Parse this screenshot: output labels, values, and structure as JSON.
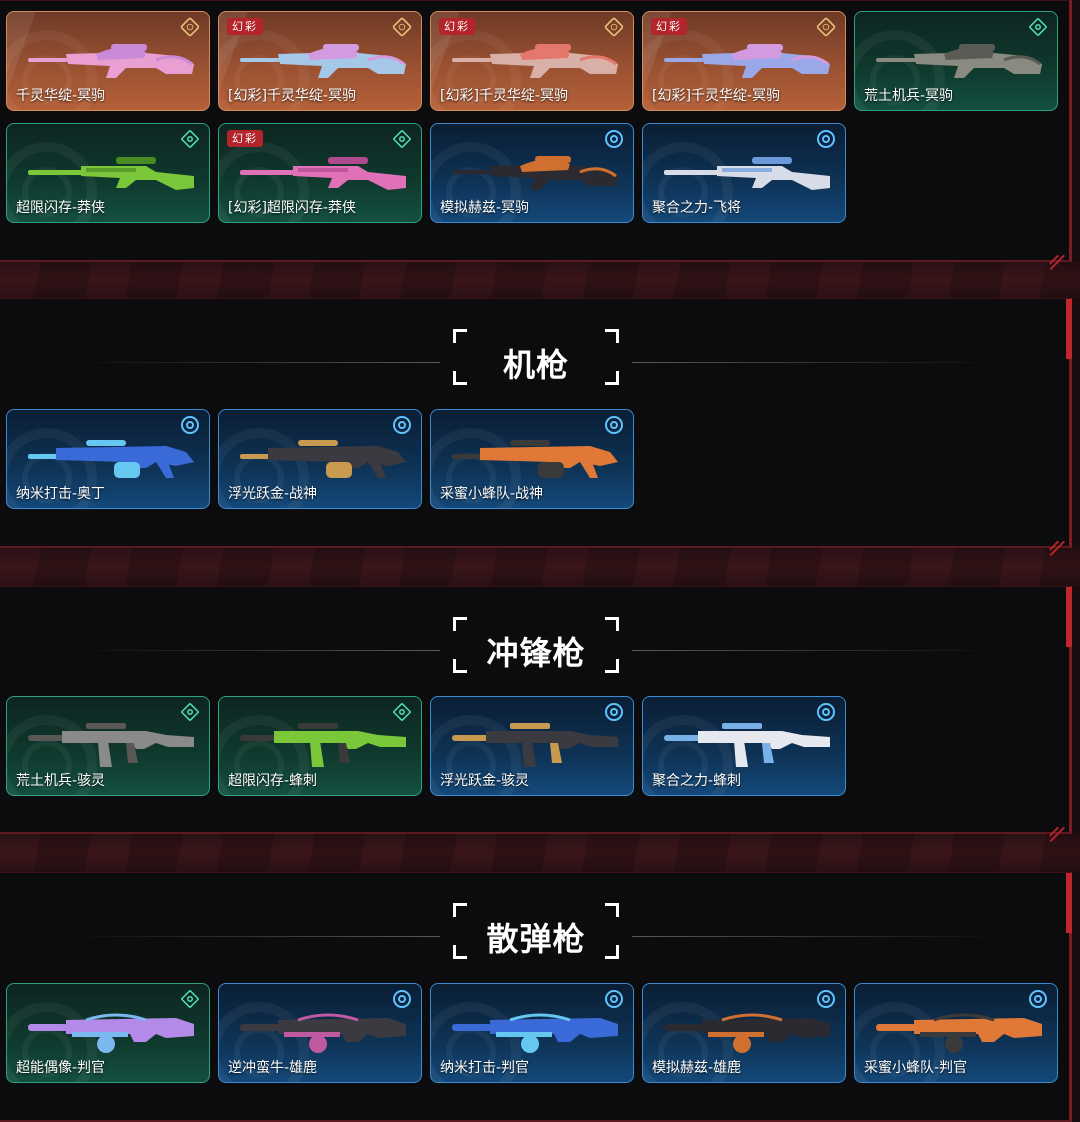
{
  "sections": [
    {
      "title": "",
      "items": [
        {
          "label": "千灵华绽-冥驹",
          "tier": "orange",
          "badge": "",
          "icon": "pentagon-rank-icon",
          "gun": "sniper",
          "colors": [
            "#e99fd1",
            "#c98bd8"
          ]
        },
        {
          "label": "[幻彩]千灵华绽-冥驹",
          "tier": "orange",
          "badge": "幻彩",
          "icon": "pentagon-rank-icon",
          "gun": "sniper",
          "colors": [
            "#a6c8e8",
            "#d49ae0"
          ]
        },
        {
          "label": "[幻彩]千灵华绽-冥驹",
          "tier": "orange",
          "badge": "幻彩",
          "icon": "pentagon-rank-icon",
          "gun": "sniper",
          "colors": [
            "#d8b0a8",
            "#e4786c"
          ]
        },
        {
          "label": "[幻彩]千灵华绽-冥驹",
          "tier": "orange",
          "badge": "幻彩",
          "icon": "pentagon-rank-icon",
          "gun": "sniper",
          "colors": [
            "#9aa8e8",
            "#d49ae0"
          ]
        },
        {
          "label": "荒土机兵-冥驹",
          "tier": "green",
          "badge": "",
          "icon": "diamond-rank-icon",
          "gun": "sniper",
          "colors": [
            "#8a8a80",
            "#5c5a55"
          ]
        },
        {
          "label": "超限闪存-莽侠",
          "tier": "green",
          "badge": "",
          "icon": "diamond-rank-icon",
          "gun": "rifle",
          "colors": [
            "#7ac83a",
            "#4a8a22"
          ]
        },
        {
          "label": "[幻彩]超限闪存-莽侠",
          "tier": "green",
          "badge": "幻彩",
          "icon": "diamond-rank-icon",
          "gun": "rifle",
          "colors": [
            "#e070b8",
            "#b04a90"
          ]
        },
        {
          "label": "模拟赫兹-冥驹",
          "tier": "blue",
          "badge": "",
          "icon": "circle-rank-icon",
          "gun": "sniper",
          "colors": [
            "#2a2a30",
            "#d07030"
          ]
        },
        {
          "label": "聚合之力-飞将",
          "tier": "blue",
          "badge": "",
          "icon": "circle-rank-icon",
          "gun": "rifle",
          "colors": [
            "#d8dce8",
            "#6a9ad8"
          ]
        }
      ]
    },
    {
      "title": "机枪",
      "items": [
        {
          "label": "纳米打击-奥丁",
          "tier": "blue",
          "badge": "",
          "icon": "circle-rank-icon",
          "gun": "lmg",
          "colors": [
            "#3a6ad8",
            "#66c8f0"
          ]
        },
        {
          "label": "浮光跃金-战神",
          "tier": "blue",
          "badge": "",
          "icon": "circle-rank-icon",
          "gun": "lmg",
          "colors": [
            "#3a3a40",
            "#c89a50"
          ]
        },
        {
          "label": "采蜜小蜂队-战神",
          "tier": "blue",
          "badge": "",
          "icon": "circle-rank-icon",
          "gun": "lmg",
          "colors": [
            "#e07838",
            "#3a3a3a"
          ]
        }
      ]
    },
    {
      "title": "冲锋枪",
      "items": [
        {
          "label": "荒土机兵-骇灵",
          "tier": "green",
          "badge": "",
          "icon": "diamond-rank-icon",
          "gun": "smg",
          "colors": [
            "#8a8a88",
            "#5a5855"
          ]
        },
        {
          "label": "超限闪存-蜂刺",
          "tier": "green",
          "badge": "",
          "icon": "diamond-rank-icon",
          "gun": "smg",
          "colors": [
            "#7ac83a",
            "#3a3a3a"
          ]
        },
        {
          "label": "浮光跃金-骇灵",
          "tier": "blue",
          "badge": "",
          "icon": "circle-rank-icon",
          "gun": "smg",
          "colors": [
            "#3a3a40",
            "#c89a50"
          ]
        },
        {
          "label": "聚合之力-蜂刺",
          "tier": "blue",
          "badge": "",
          "icon": "circle-rank-icon",
          "gun": "smg",
          "colors": [
            "#e6e8f0",
            "#7ab0e8"
          ]
        }
      ]
    },
    {
      "title": "散弹枪",
      "items": [
        {
          "label": "超能偶像-判官",
          "tier": "green",
          "badge": "",
          "icon": "diamond-rank-icon",
          "gun": "shotgun",
          "colors": [
            "#b48ae8",
            "#7ab8f0"
          ]
        },
        {
          "label": "逆冲蛮牛-雄鹿",
          "tier": "blue",
          "badge": "",
          "icon": "circle-rank-icon",
          "gun": "shotgun",
          "colors": [
            "#3a3a40",
            "#c05aa0"
          ]
        },
        {
          "label": "纳米打击-判官",
          "tier": "blue",
          "badge": "",
          "icon": "circle-rank-icon",
          "gun": "shotgun",
          "colors": [
            "#3a6ad8",
            "#66c8f0"
          ]
        },
        {
          "label": "模拟赫兹-雄鹿",
          "tier": "blue",
          "badge": "",
          "icon": "circle-rank-icon",
          "gun": "shotgun",
          "colors": [
            "#2a2a30",
            "#d07030"
          ]
        },
        {
          "label": "采蜜小蜂队-判官",
          "tier": "blue",
          "badge": "",
          "icon": "circle-rank-icon",
          "gun": "shotgun",
          "colors": [
            "#e07838",
            "#3a3a3a"
          ]
        }
      ]
    }
  ]
}
